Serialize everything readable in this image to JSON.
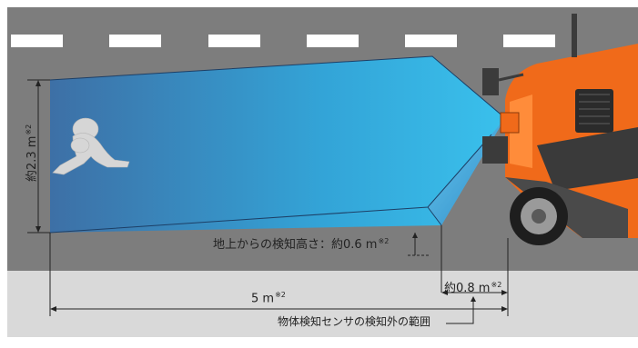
{
  "labels": {
    "detection_width": "約2.3 m",
    "detection_height": "地上からの検知高さ：約0.6 m",
    "outside_distance": "約0.8 m",
    "total_distance": "5 m",
    "range_caption": "物体検知センサの検知外の範囲",
    "note_mark": "※2"
  },
  "colors": {
    "road": "#7d7d7d",
    "sidewalk": "#d9d9d9",
    "lane_mark": "#ffffff",
    "beam_far": "#3a6fa8",
    "beam_near": "#36c4f2",
    "truck_orange": "#f06a1a",
    "truck_dark": "#2b2b2b"
  }
}
